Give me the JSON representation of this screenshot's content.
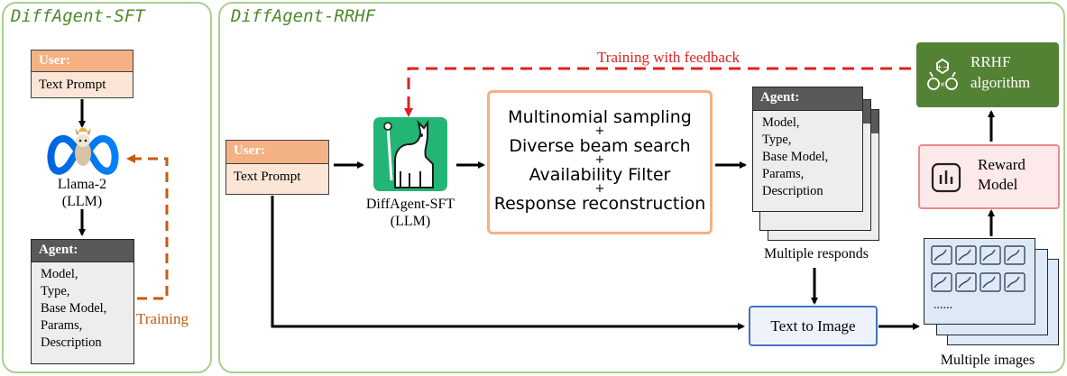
{
  "panels": {
    "sft_title": "DiffAgent-SFT",
    "rrhf_title": "DiffAgent-RRHF"
  },
  "sft": {
    "user_header": "User:",
    "user_prompt": "Text Prompt",
    "llm_name": "Llama-2",
    "llm_type": "(LLM)",
    "agent_header": "Agent:",
    "agent_lines": [
      "Model,",
      "Type,",
      "Base Model,",
      "Params,",
      "Description"
    ],
    "training_label": "Training"
  },
  "rrhf": {
    "user_header": "User:",
    "user_prompt": "Text Prompt",
    "llm_name": "DiffAgent-SFT",
    "llm_type": "(LLM)",
    "feedback_label": "Training with feedback",
    "steps": [
      "Multinomial sampling",
      "Diverse beam search",
      "Availability Filter",
      "Response reconstruction"
    ],
    "plus": "+",
    "agent_header": "Agent:",
    "agent_lines": [
      "Model,",
      "Type,",
      "Base Model,",
      "Params,",
      "Description"
    ],
    "responds_label": "Multiple responds",
    "t2i_label": "Text to Image",
    "images_label": "Multiple images",
    "images_more": "......",
    "reward_line1": "Reward",
    "reward_line2": "Model",
    "algo_line1": "RRHF",
    "algo_line2": "algorithm"
  },
  "colors": {
    "panel_border": "#a9cf8f",
    "title_green": "#4e8a2e",
    "user_header": "#f4b183",
    "user_body": "#fbe5d6",
    "agent_header": "#595959",
    "agent_body": "#ededed",
    "filter_border": "#f4b183",
    "t2i_border": "#4472c4",
    "reward_border": "#e88d8d",
    "reward_fill": "#fde9e9",
    "algo_fill": "#548235",
    "feedback_red": "#e02020",
    "training_orange": "#c55a11"
  }
}
